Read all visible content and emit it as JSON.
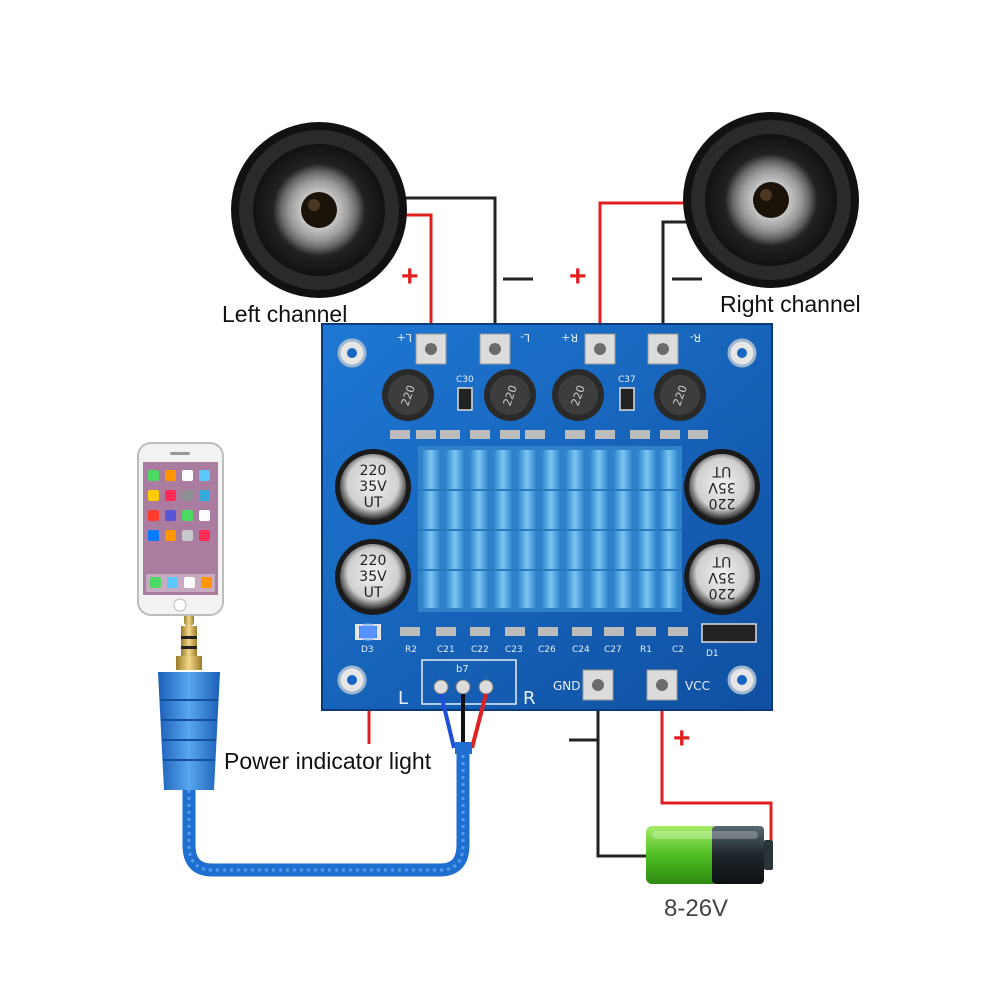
{
  "labels": {
    "left_channel": "Left channel",
    "right_channel": "Right channel",
    "power_indicator": "Power indicator light",
    "voltage": "8-26V"
  },
  "polarity": {
    "left_plus": "+",
    "left_minus": "—",
    "right_plus": "+",
    "right_minus": "—",
    "gnd_minus": "—",
    "vcc_plus": "+"
  },
  "board": {
    "pins_top": [
      "L+",
      "L-",
      "R+",
      "R-"
    ],
    "pins_bottom": [
      "GND",
      "VCC"
    ],
    "input_labels": [
      "L",
      "R"
    ],
    "input_header": "b7",
    "capacitor_label": [
      "220",
      "35V",
      "UT"
    ],
    "inductor_label": "220",
    "cap_codes": [
      "C30",
      "C37"
    ],
    "bottom_parts": [
      "R2",
      "C21",
      "C22",
      "C23",
      "C26",
      "C24",
      "C27",
      "R1",
      "C2",
      "D1"
    ],
    "led_label": "D3"
  },
  "colors": {
    "pcb": "#1565c0",
    "heatsink": "#4aa3e0",
    "wire_positive": "#e02020",
    "wire_negative": "#222222",
    "cable": "#1e6fd0",
    "battery_green": "#5cc832"
  },
  "icons": {
    "speaker": "speaker-icon",
    "phone": "smartphone-icon",
    "battery": "battery-icon",
    "jack": "audio-jack-icon"
  }
}
